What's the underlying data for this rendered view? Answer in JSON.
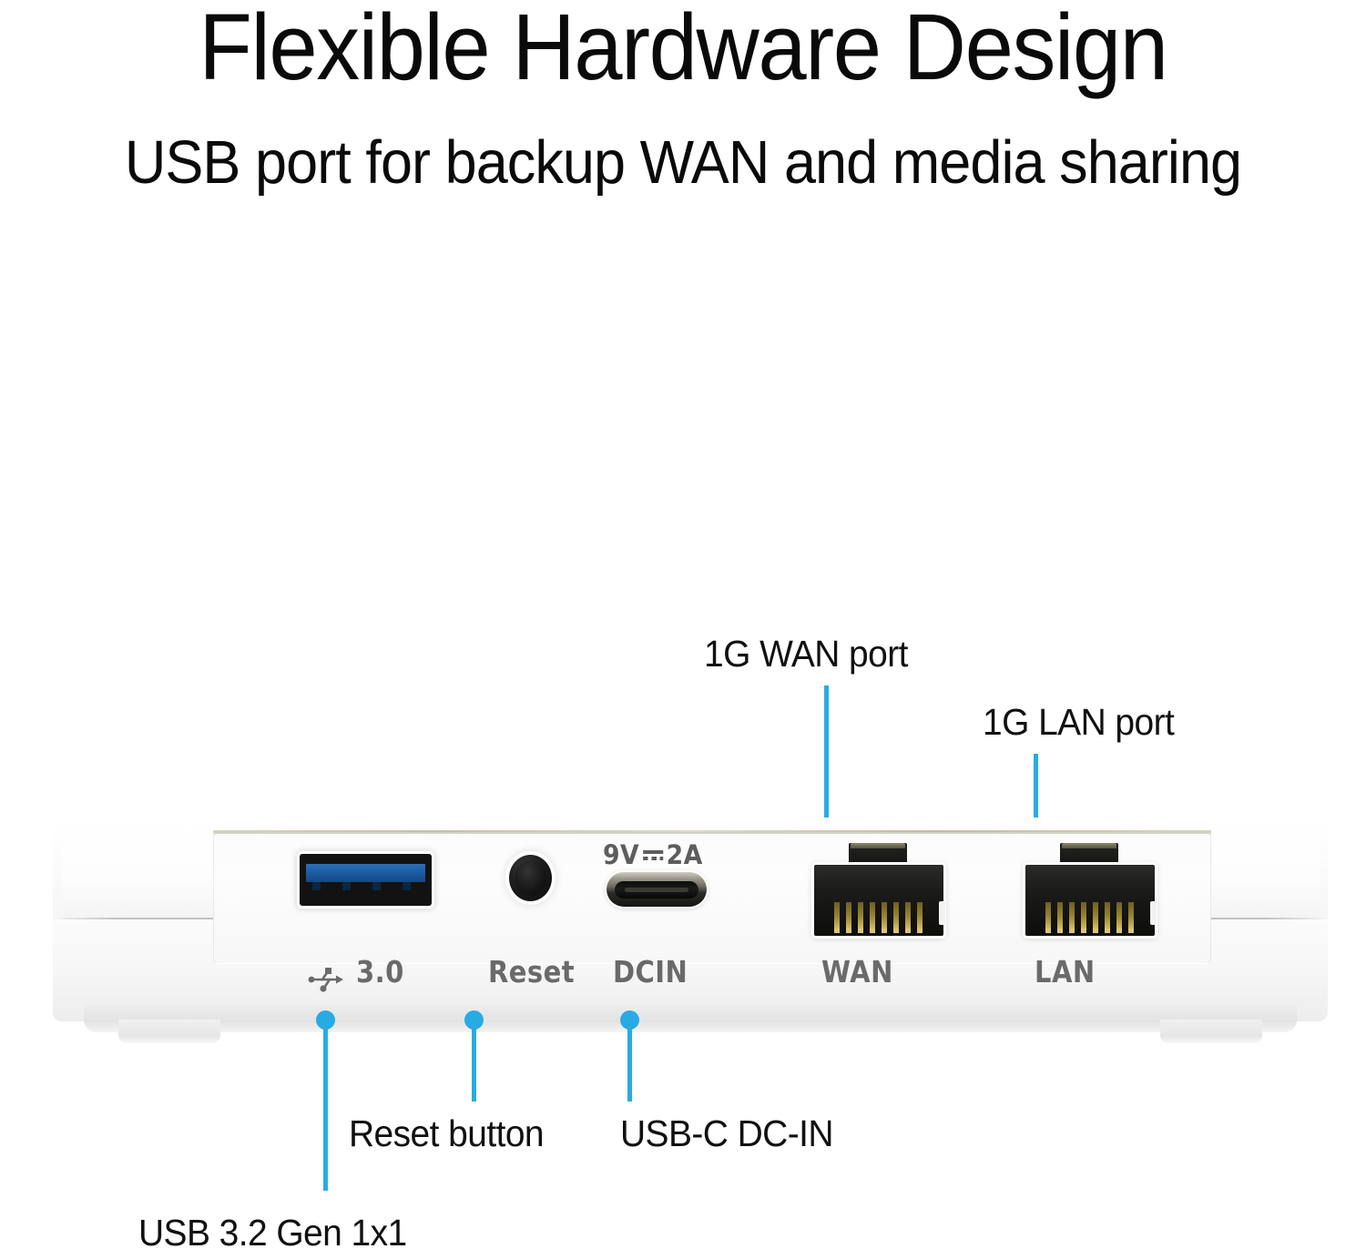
{
  "heading": {
    "title": "Flexible Hardware Design",
    "subtitle": "USB port for backup WAN and media sharing"
  },
  "colors": {
    "callout_accent": "#28ABE3",
    "text": "#0a0a0a",
    "silkscreen": "#6a6a6a",
    "usb3_blue": "#1d5fa8",
    "rj45_body": "#1a1a18",
    "rj45_pin_gold": "#d8c268",
    "chassis_white": "#fbfbfb"
  },
  "callouts": [
    {
      "id": "wan-port",
      "label": "1G WAN port",
      "position": "above"
    },
    {
      "id": "lan-port",
      "label": "1G LAN port",
      "position": "above"
    },
    {
      "id": "usb-a",
      "label": "USB 3.2 Gen 1x1",
      "position": "below"
    },
    {
      "id": "reset",
      "label": "Reset button",
      "position": "below"
    },
    {
      "id": "usb-c",
      "label": "USB-C DC-IN",
      "position": "below"
    }
  ],
  "device": {
    "silkscreen_labels": {
      "usb": "3.0",
      "reset": "Reset",
      "dcin": "DCIN",
      "wan": "WAN",
      "lan": "LAN"
    },
    "power_rating": {
      "voltage": "9V",
      "current": "2A",
      "symbol": "dc-current-symbol"
    },
    "ports": [
      {
        "id": "usb-a-port",
        "type": "USB-A 3.0",
        "label": "3.0"
      },
      {
        "id": "reset-button",
        "type": "button",
        "label": "Reset"
      },
      {
        "id": "usb-c-port",
        "type": "USB-C",
        "label": "DCIN"
      },
      {
        "id": "wan-port",
        "type": "RJ45",
        "label": "WAN"
      },
      {
        "id": "lan-port",
        "type": "RJ45",
        "label": "LAN"
      }
    ]
  }
}
